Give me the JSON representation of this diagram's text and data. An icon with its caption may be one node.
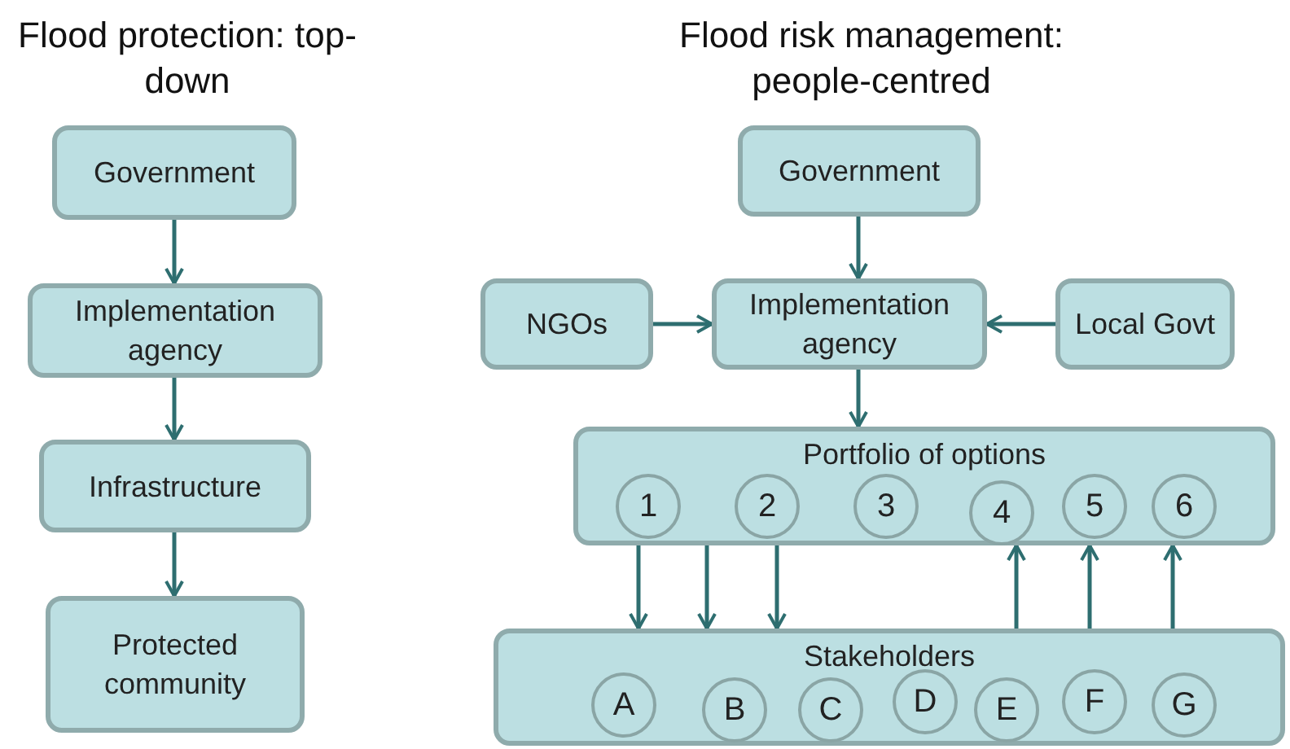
{
  "diagram": {
    "nodes": [
      {
        "text": [
          "Government"
        ]
      },
      {
        "text": [
          "Implementation agency"
        ]
      },
      {
        "text": [
          "Infrastructure"
        ]
      },
      {
        "text": [
          "Protected community"
        ]
      },
      {
        "text": [
          "Government"
        ]
      },
      {
        "text": [
          "NGOs"
        ]
      },
      {
        "text": [
          "Implementation agency"
        ]
      },
      {
        "text": [
          "Local Govt"
        ]
      },
      {
        "text": [
          "Portfolio of options"
        ]
      },
      {
        "text": [
          "1"
        ],
        "in": 8
      },
      {
        "text": [
          "2"
        ],
        "in": 8
      },
      {
        "text": [
          "3"
        ],
        "in": 8
      },
      {
        "text": [
          "4"
        ],
        "in": 8
      },
      {
        "text": [
          "5"
        ],
        "in": 8
      },
      {
        "text": [
          "6"
        ],
        "in": 8
      },
      {
        "text": [
          "Stakeholders"
        ]
      },
      {
        "text": [
          "A"
        ],
        "in": 15
      },
      {
        "text": [
          "B"
        ],
        "in": 15
      },
      {
        "text": [
          "C"
        ],
        "in": 15
      },
      {
        "text": [
          "D"
        ],
        "in": 15
      },
      {
        "text": [
          "E"
        ],
        "in": 15
      },
      {
        "text": [
          "F"
        ],
        "in": 15
      },
      {
        "text": [
          "G"
        ],
        "in": 15
      }
    ],
    "edges": [
      {
        "from": 0,
        "to": 1,
        "arrow": "to"
      },
      {
        "from": 1,
        "to": 2,
        "arrow": "to"
      },
      {
        "from": 2,
        "to": 3,
        "arrow": "to"
      },
      {
        "from": 4,
        "to": 6,
        "arrow": "to"
      },
      {
        "from": 5,
        "to": 6,
        "arrow": "to"
      },
      {
        "from": 7,
        "to": 6,
        "arrow": "to"
      },
      {
        "from": 6,
        "to": 8,
        "arrow": "to"
      },
      {
        "from": 8,
        "to": 15,
        "arrow": "to"
      },
      {
        "from": 8,
        "to": 15,
        "arrow": "to"
      },
      {
        "from": 8,
        "to": 15,
        "arrow": "to"
      },
      {
        "from": 15,
        "to": 8,
        "arrow": "to"
      },
      {
        "from": 15,
        "to": 8,
        "arrow": "to"
      },
      {
        "from": 15,
        "to": 8,
        "arrow": "to"
      }
    ],
    "labels": [
      "Flood protection: top-down",
      "Flood risk management: people-centred"
    ]
  }
}
